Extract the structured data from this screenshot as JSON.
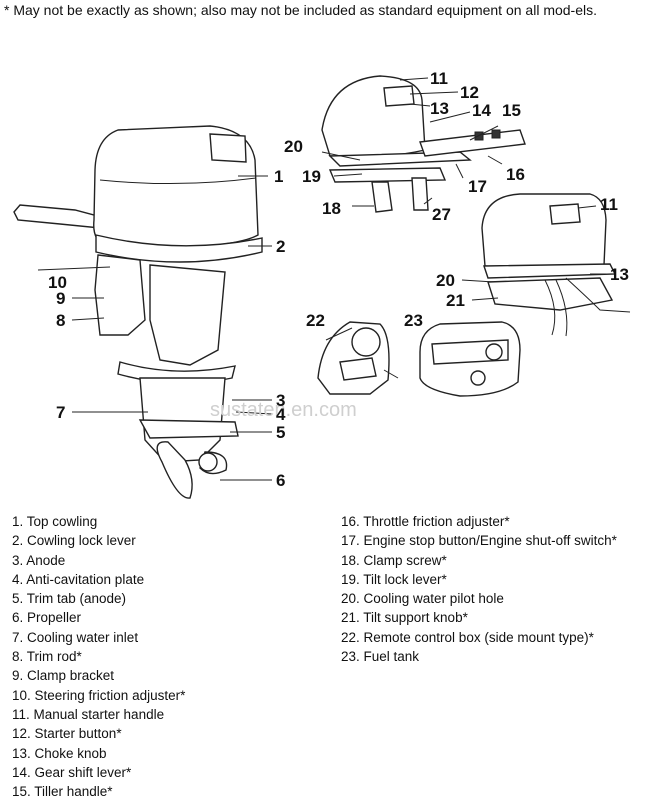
{
  "note": "* May not be exactly as shown; also may not be included as standard equipment on all mod-els.",
  "watermark": "sustaten.en.com",
  "callouts": {
    "c1": "1",
    "c2": "2",
    "c3": "3",
    "c4": "4",
    "c5": "5",
    "c6": "6",
    "c7": "7",
    "c8": "8",
    "c9": "9",
    "c10": "10",
    "c11a": "11",
    "c11b": "11",
    "c12": "12",
    "c13a": "13",
    "c13b": "13",
    "c14": "14",
    "c15": "15",
    "c16": "16",
    "c17": "17",
    "c18": "18",
    "c19": "19",
    "c20a": "20",
    "c20b": "20",
    "c21": "21",
    "c22": "22",
    "c23": "23",
    "c27": "27"
  },
  "legend_left": [
    "1. Top cowling",
    "2. Cowling lock lever",
    "3. Anode",
    "4. Anti-cavitation plate",
    "5. Trim tab (anode)",
    "6. Propeller",
    "7. Cooling water inlet",
    "8. Trim rod*",
    "9. Clamp bracket",
    "10. Steering friction adjuster*",
    "11. Manual starter handle",
    "12. Starter button*",
    "13. Choke knob",
    "14. Gear shift lever*",
    "15. Tiller handle*"
  ],
  "legend_right": [
    "16. Throttle friction adjuster*",
    "17. Engine stop button/Engine shut-off switch*",
    "18. Clamp screw*",
    "19. Tilt lock lever*",
    "20. Cooling water pilot hole",
    "21. Tilt support knob*",
    "22. Remote control box (side mount type)*",
    "23. Fuel tank"
  ]
}
